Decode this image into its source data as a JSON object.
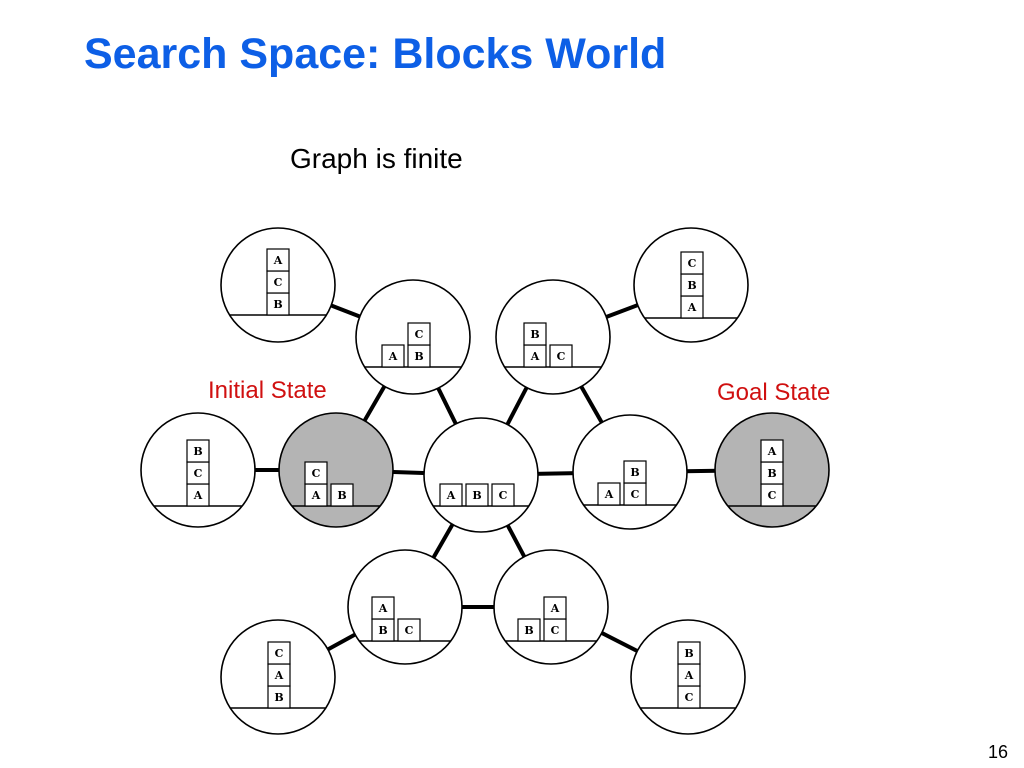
{
  "title": "Search Space: Blocks World",
  "subtitle": "Graph is finite",
  "labels": {
    "initial": "Initial State",
    "goal": "Goal State"
  },
  "page_number": "16",
  "colors": {
    "title": "#0d5fe6",
    "label": "#d01010",
    "highlight": "#b4b4b4"
  },
  "states": [
    {
      "id": "acb",
      "stacks": [
        [
          "B",
          "C",
          "A"
        ]
      ]
    },
    {
      "id": "a_cb",
      "stacks": [
        [
          "A"
        ],
        [
          "B",
          "C"
        ]
      ]
    },
    {
      "id": "ba_c",
      "stacks": [
        [
          "A",
          "B"
        ],
        [
          "C"
        ]
      ]
    },
    {
      "id": "cba",
      "stacks": [
        [
          "A",
          "B",
          "C"
        ]
      ]
    },
    {
      "id": "bca",
      "stacks": [
        [
          "A",
          "C",
          "B"
        ]
      ]
    },
    {
      "id": "ca_b",
      "stacks": [
        [
          "A",
          "C"
        ],
        [
          "B"
        ]
      ],
      "role": "initial"
    },
    {
      "id": "a_b_c",
      "stacks": [
        [
          "A"
        ],
        [
          "B"
        ],
        [
          "C"
        ]
      ]
    },
    {
      "id": "a_cb2",
      "stacks": [
        [
          "A"
        ],
        [
          "C",
          "B"
        ]
      ]
    },
    {
      "id": "abc",
      "stacks": [
        [
          "C",
          "B",
          "A"
        ]
      ],
      "role": "goal"
    },
    {
      "id": "ab_c",
      "stacks": [
        [
          "B",
          "A"
        ],
        [
          "C"
        ]
      ]
    },
    {
      "id": "b_ca",
      "stacks": [
        [
          "B"
        ],
        [
          "C",
          "A"
        ]
      ]
    },
    {
      "id": "cab",
      "stacks": [
        [
          "B",
          "A",
          "C"
        ]
      ]
    },
    {
      "id": "bac",
      "stacks": [
        [
          "C",
          "A",
          "B"
        ]
      ]
    }
  ],
  "edges": [
    [
      "acb",
      "a_cb"
    ],
    [
      "cba",
      "ba_c"
    ],
    [
      "a_cb",
      "ca_b"
    ],
    [
      "a_cb",
      "a_b_c"
    ],
    [
      "ba_c",
      "a_b_c"
    ],
    [
      "ba_c",
      "a_cb2"
    ],
    [
      "bca",
      "ca_b"
    ],
    [
      "ca_b",
      "a_b_c"
    ],
    [
      "a_b_c",
      "a_cb2"
    ],
    [
      "a_cb2",
      "abc"
    ],
    [
      "a_b_c",
      "ab_c"
    ],
    [
      "a_b_c",
      "b_ca"
    ],
    [
      "ab_c",
      "b_ca"
    ],
    [
      "ab_c",
      "cab"
    ],
    [
      "b_ca",
      "bac"
    ]
  ]
}
